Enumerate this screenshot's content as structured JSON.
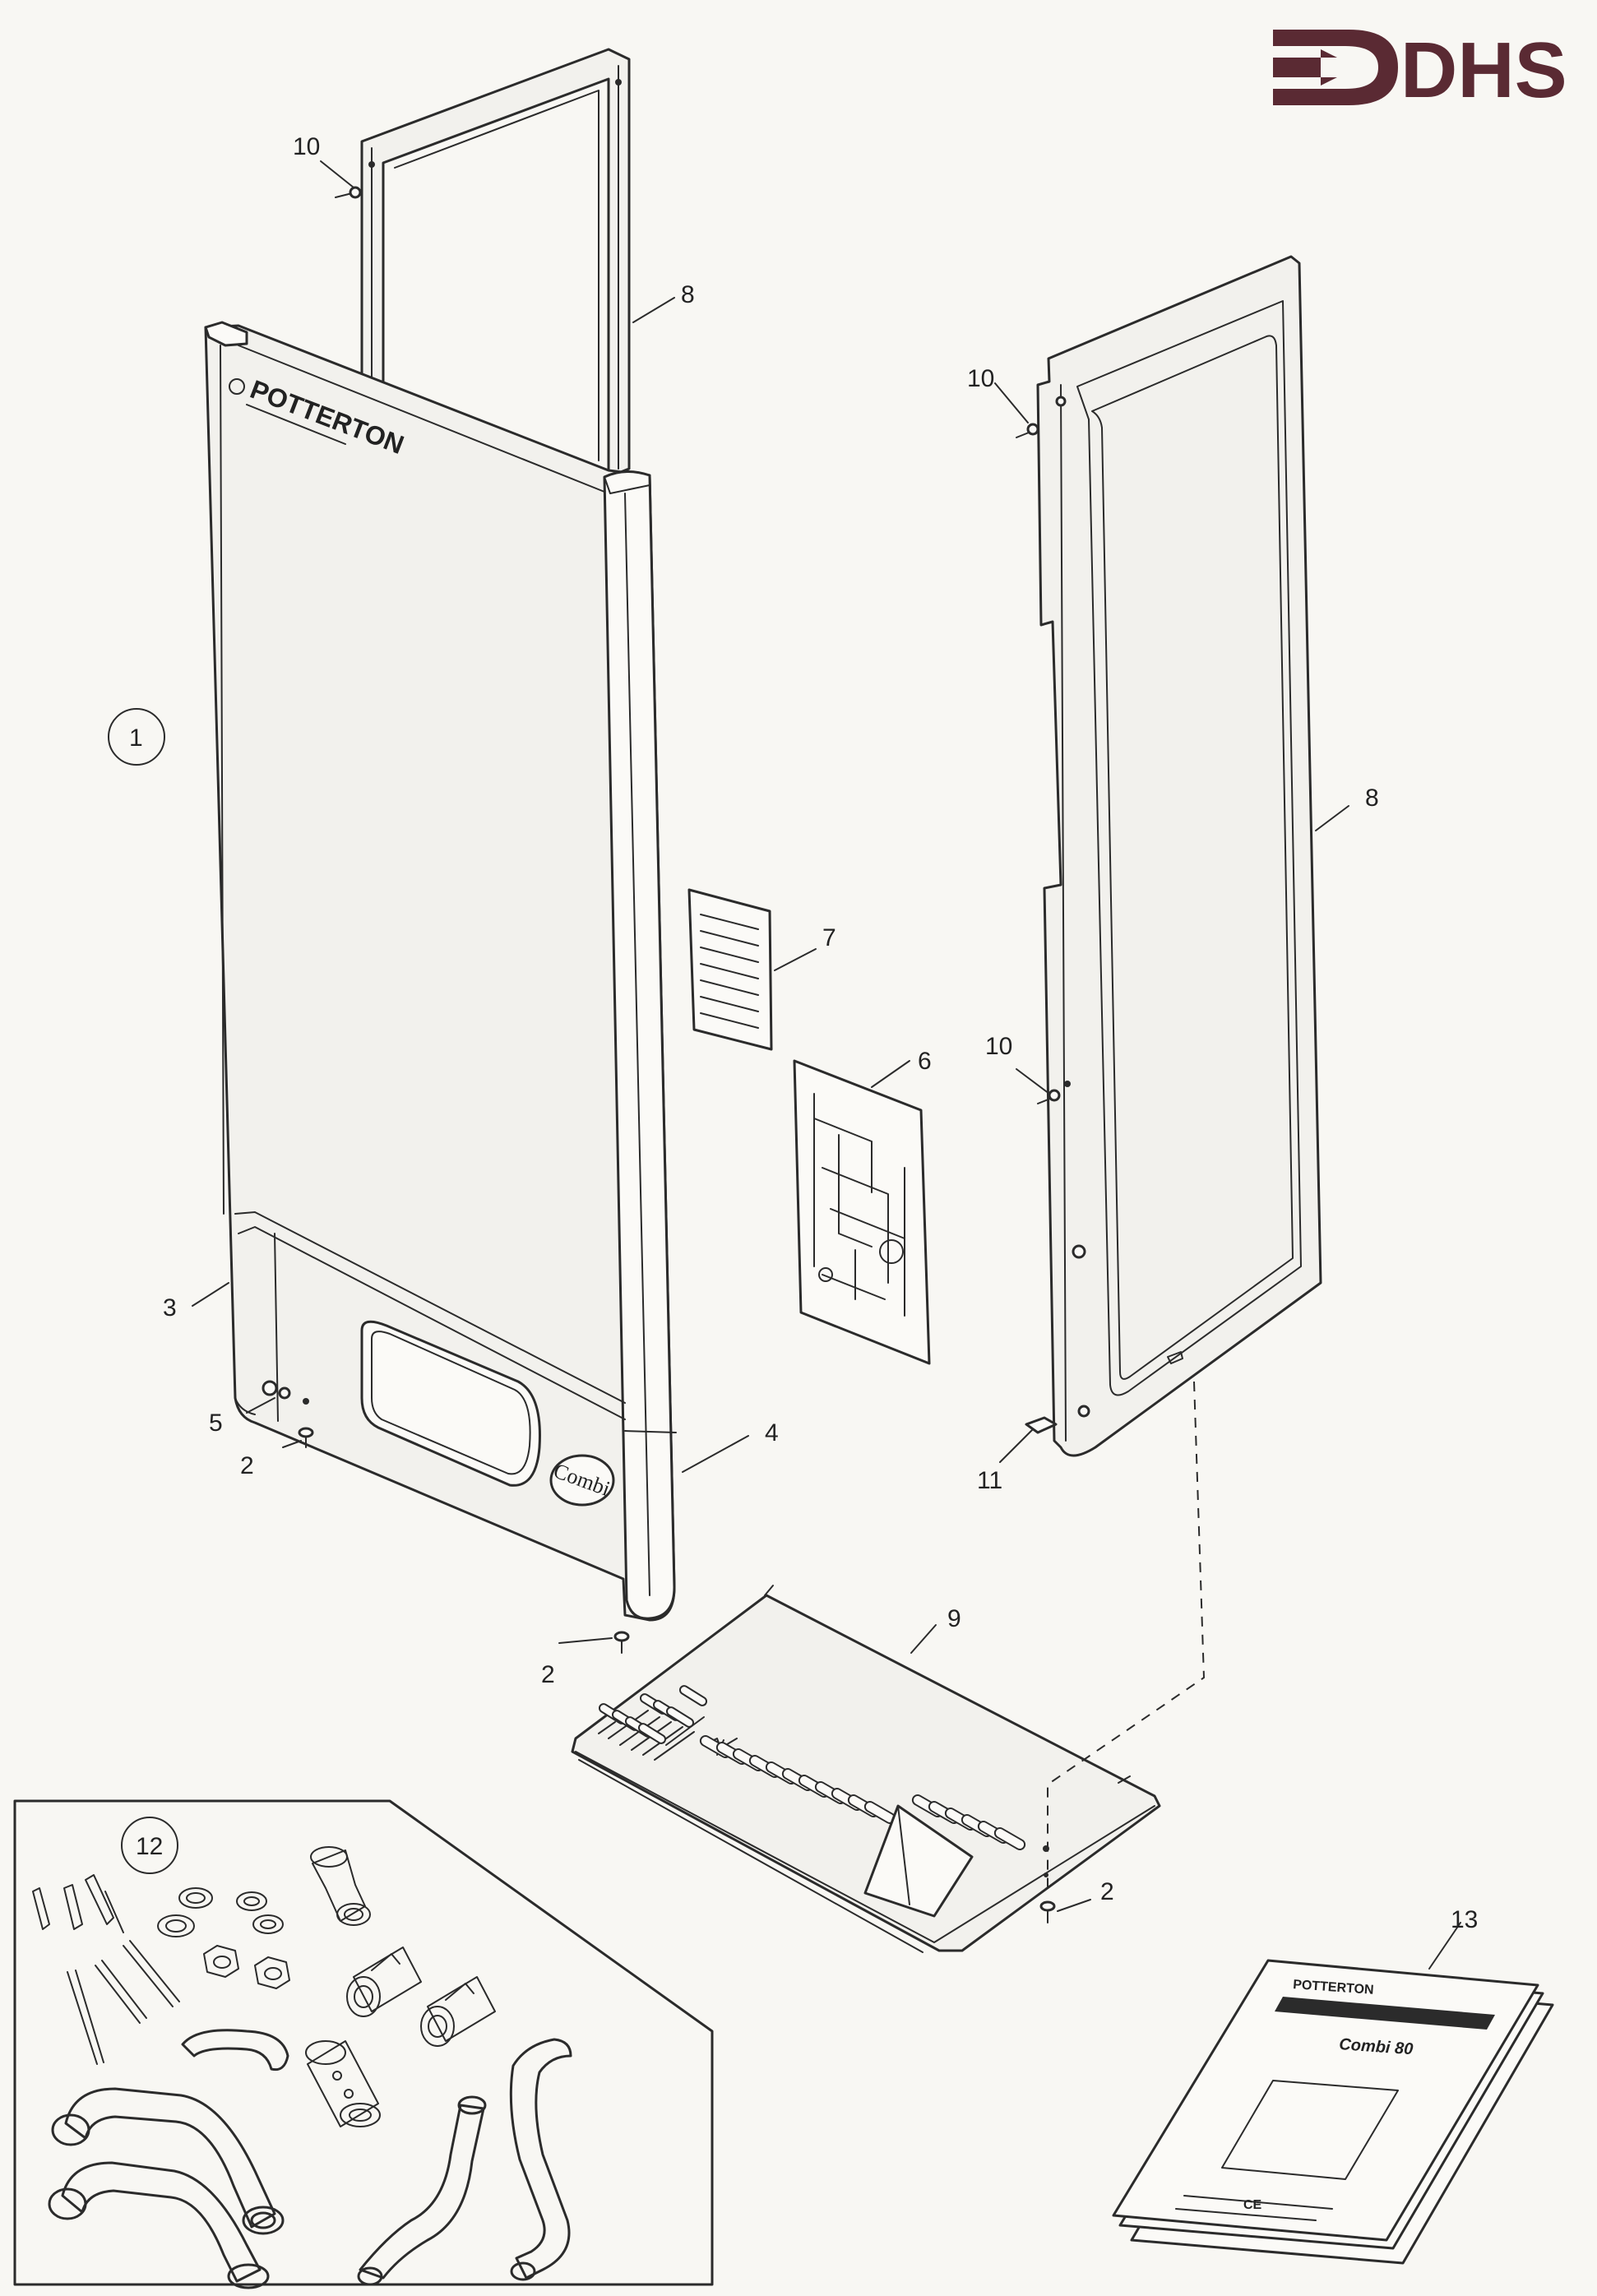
{
  "brand": {
    "logo_text": "DHS",
    "color": "#5a2a33"
  },
  "panel_logo": "POTTERTON",
  "panel_badge": "Combi",
  "callouts": {
    "c1": "1",
    "c2a": "2",
    "c2b": "2",
    "c2c": "2",
    "c3": "3",
    "c4": "4",
    "c5": "5",
    "c6": "6",
    "c7": "7",
    "c8a": "8",
    "c8b": "8",
    "c9": "9",
    "c10a": "10",
    "c10b": "10",
    "c10c": "10",
    "c11": "11",
    "c12": "12",
    "c13": "13"
  },
  "manual": {
    "brand": "POTTERTON",
    "title": "Installation & Service Instructions",
    "model": "Combi 80"
  }
}
